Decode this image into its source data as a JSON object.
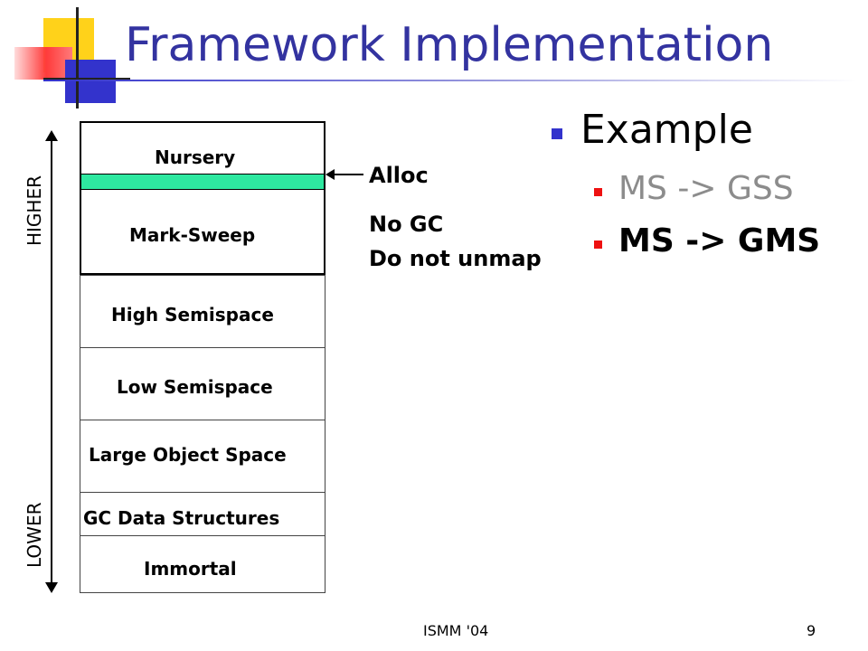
{
  "slide": {
    "title": "Framework Implementation",
    "footer_center": "ISMM '04",
    "page_number": "9"
  },
  "diagram": {
    "regions": [
      "Nursery",
      "Mark-Sweep",
      "High Semispace",
      "Low Semispace",
      "Large Object Space",
      "GC Data Structures",
      "Immortal"
    ],
    "axis_high": "HIGHER",
    "axis_low": "LOWER",
    "annotations": {
      "alloc": "Alloc",
      "no_gc": "No GC",
      "no_unmap": "Do not unmap"
    },
    "colors": {
      "alloc_band": "#2ee8a0"
    }
  },
  "bullets": {
    "level1": "Example",
    "level2": [
      "MS -> GSS",
      "MS -> GMS"
    ]
  },
  "theme": {
    "title_color": "#3333a0",
    "level1_bullet": "#3333cc",
    "level2_bullet": "#ee1111"
  }
}
